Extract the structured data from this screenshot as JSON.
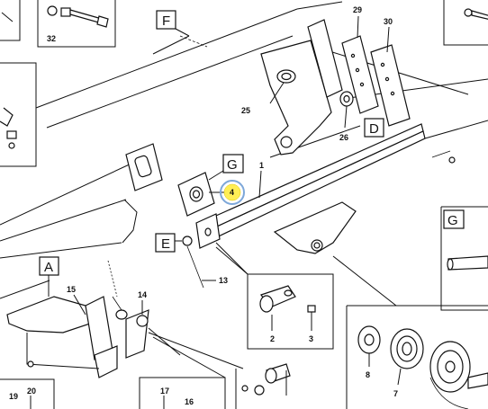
{
  "callouts": {
    "c32": "32",
    "c29": "29",
    "c30": "30",
    "c25": "25",
    "c26": "26",
    "c1": "1",
    "c4": "4",
    "c13": "13",
    "c15": "15",
    "c14": "14",
    "c2": "2",
    "c3": "3",
    "c8": "8",
    "c7": "7",
    "c17": "17",
    "c16": "16",
    "c19": "19",
    "c20": "20"
  },
  "view_labels": {
    "F": "F",
    "D": "D",
    "G_top": "G",
    "E": "E",
    "A": "A",
    "G_right": "G"
  },
  "highlight": {
    "fill": "#ffee55",
    "ring": "#7da7d9",
    "target": "4"
  }
}
